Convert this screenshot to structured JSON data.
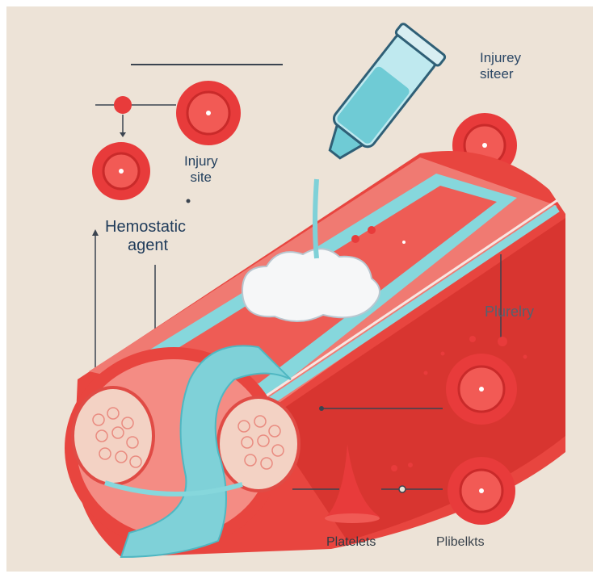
{
  "labels": {
    "injury_site_line1": "Injury",
    "injury_site_line2": "site",
    "injurey_line1": "Injurey",
    "injurey_line2": "siteer",
    "hemostatic_line1": "Hemostatic",
    "hemostatic_line2": "agent",
    "plurelry": "Plurelry",
    "platelets": "Platelets",
    "plibelkts": "Plibelkts"
  },
  "colors": {
    "background": "#ede3d7",
    "cell_red": "#e83b3b",
    "vessel_red": "#e8453f",
    "fluid_teal": "#7fd1d8",
    "foam_white": "#f6f7f8",
    "text_navy": "#1f3b5a"
  }
}
